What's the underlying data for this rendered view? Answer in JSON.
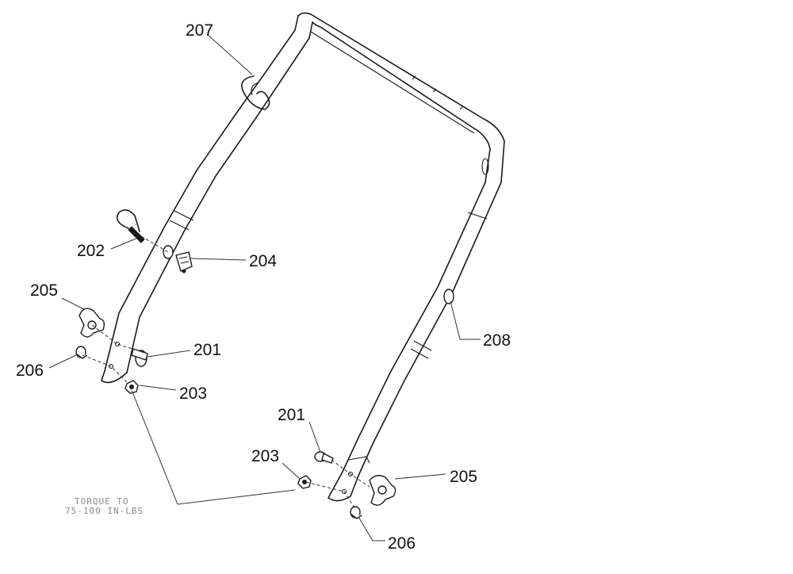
{
  "callouts": {
    "c201a": "201",
    "c201b": "201",
    "c202": "202",
    "c203a": "203",
    "c203b": "203",
    "c204": "204",
    "c205a": "205",
    "c205b": "205",
    "c206a": "206",
    "c206b": "206",
    "c207": "207",
    "c208": "208"
  },
  "note": {
    "line1": "TORQUE TO",
    "line2": "75-100 IN-LBS"
  }
}
